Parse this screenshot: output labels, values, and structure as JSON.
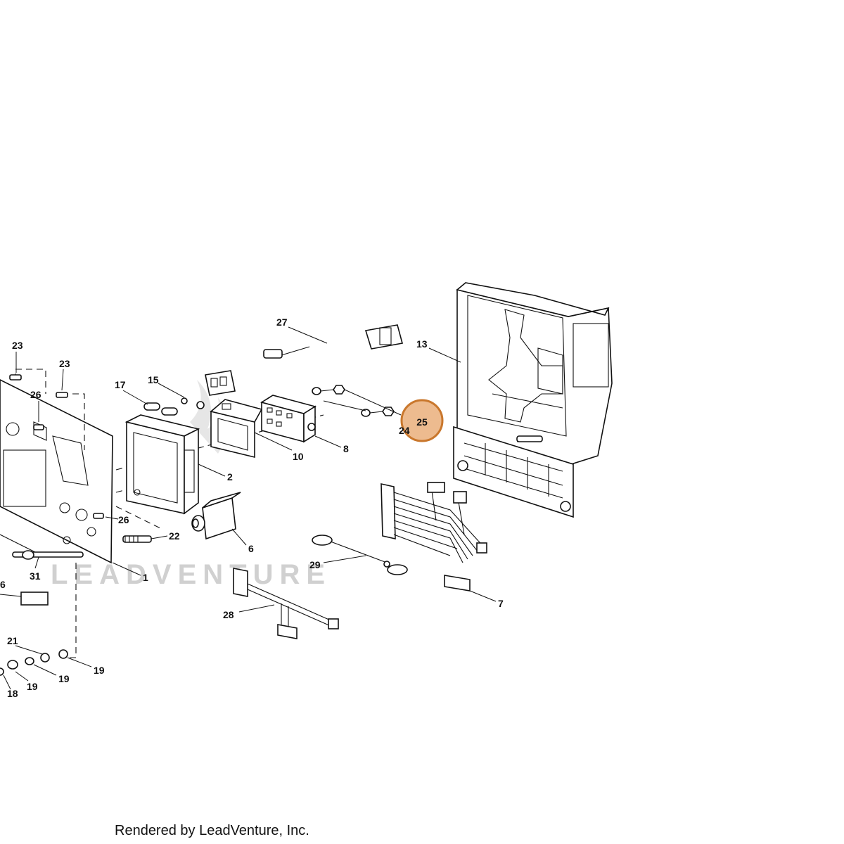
{
  "diagram": {
    "watermark": "LEADVENTURE",
    "footer": "Rendered by LeadVenture, Inc.",
    "highlight": {
      "label": "25",
      "color": "#e7a46a",
      "stroke": "#c9772c"
    },
    "callouts": {
      "c1": "1",
      "c2": "2",
      "c6": "6",
      "c7": "7",
      "c8": "8",
      "c10": "10",
      "c13": "13",
      "c15": "15",
      "c17": "17",
      "c18": "18",
      "c19a": "19",
      "c19b": "19",
      "c19c": "19",
      "c21": "21",
      "c22": "22",
      "c23a": "23",
      "c23b": "23",
      "c24": "24",
      "c26a": "26",
      "c26b": "26",
      "c27": "27",
      "c28": "28",
      "c29": "29",
      "c31": "31",
      "c6b": "6"
    }
  }
}
